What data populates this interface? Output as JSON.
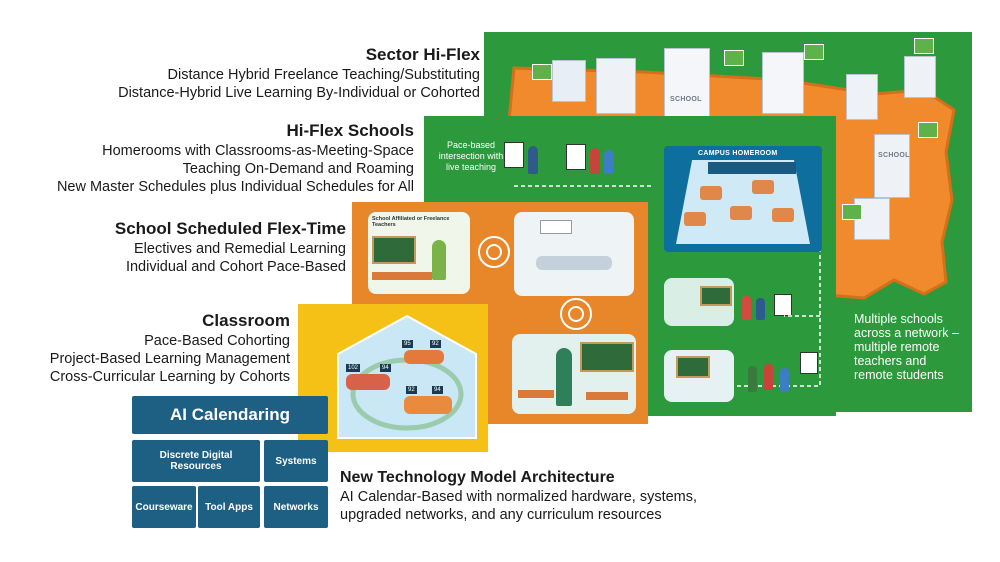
{
  "layers": {
    "sector": {
      "title": "Sector Hi-Flex",
      "lines": [
        "Distance Hybrid Freelance Teaching/Substituting",
        "Distance-Hybrid Live Learning By-Individual or Cohorted"
      ]
    },
    "hiflex": {
      "title": "Hi-Flex Schools",
      "lines": [
        "Homerooms with Classrooms-as-Meeting-Space",
        "Teaching On-Demand and Roaming",
        "New Master Schedules plus Individual Schedules for All"
      ]
    },
    "flextime": {
      "title": "School Scheduled Flex-Time",
      "lines": [
        "Electives and Remedial Learning",
        "Individual and Cohort Pace-Based"
      ]
    },
    "classroom": {
      "title": "Classroom",
      "lines": [
        "Pace-Based Cohorting",
        "Project-Based Learning Management",
        "Cross-Curricular Learning by Cohorts"
      ]
    },
    "tech": {
      "title": "New Technology Model Architecture",
      "lines": [
        "AI Calendar-Based with normalized hardware, systems,",
        "upgraded networks, and any curriculum resources"
      ]
    }
  },
  "stack": {
    "ai_calendaring": "AI Calendaring",
    "discrete": "Discrete Digital Resources",
    "systems": "Systems",
    "courseware": "Courseware",
    "tool_apps": "Tool Apps",
    "networks": "Networks"
  },
  "green_panel": {
    "intersection_note": "Pace-based intersection with live teaching",
    "campus_homeroom": "CAMPUS HOMEROOM",
    "network_note": "Multiple schools across a network – multiple remote teachers and remote students"
  },
  "map_labels": {
    "school": "SCHOOL"
  },
  "orange_panel": {
    "card_label": "School Affiliated or Freelance Teachers"
  },
  "classroom_panel": {
    "labels": [
      "95",
      "92",
      "102",
      "94",
      "92",
      "94"
    ]
  },
  "colors": {
    "green": "#2c9a3c",
    "orange": "#e8862a",
    "map_orange": "#f1892d",
    "yellow": "#f6c116",
    "navy": "#1e5f84"
  }
}
